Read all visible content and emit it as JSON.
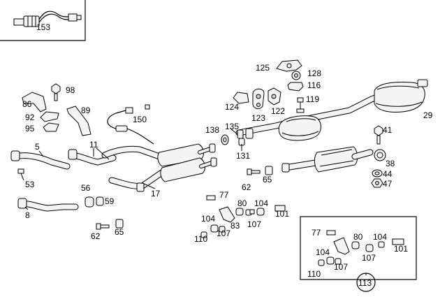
{
  "colors": {
    "ink": "#000000",
    "paper": "#ffffff",
    "part_fill": "#f4f4f4",
    "shade": "#cfcfcf"
  },
  "callouts": {
    "c5": "5",
    "c8": "8",
    "c11": "11",
    "c17": "17",
    "c29": "29",
    "c38": "38",
    "c41": "41",
    "c44": "44",
    "c47": "47",
    "c53": "53",
    "c56": "56",
    "c59": "59",
    "c62a": "62",
    "c62b": "62",
    "c65a": "65",
    "c65b": "65",
    "c77a": "77",
    "c77b": "77",
    "c80a": "80",
    "c80b": "80",
    "c83": "83",
    "c86": "86",
    "c89": "89",
    "c92": "92",
    "c95": "95",
    "c98": "98",
    "c101a": "101",
    "c101b": "101",
    "c104a": "104",
    "c104b": "104",
    "c104c": "104",
    "c104d": "104",
    "c107a": "107",
    "c107b": "107",
    "c107c": "107",
    "c107d": "107",
    "c110a": "110",
    "c110b": "110",
    "c113": "113",
    "c116": "116",
    "c119": "119",
    "c122": "122",
    "c123": "123",
    "c124": "124",
    "c125": "125",
    "c128": "128",
    "c131": "131",
    "c135": "135",
    "c138": "138",
    "c150": "150",
    "c153": "153"
  }
}
